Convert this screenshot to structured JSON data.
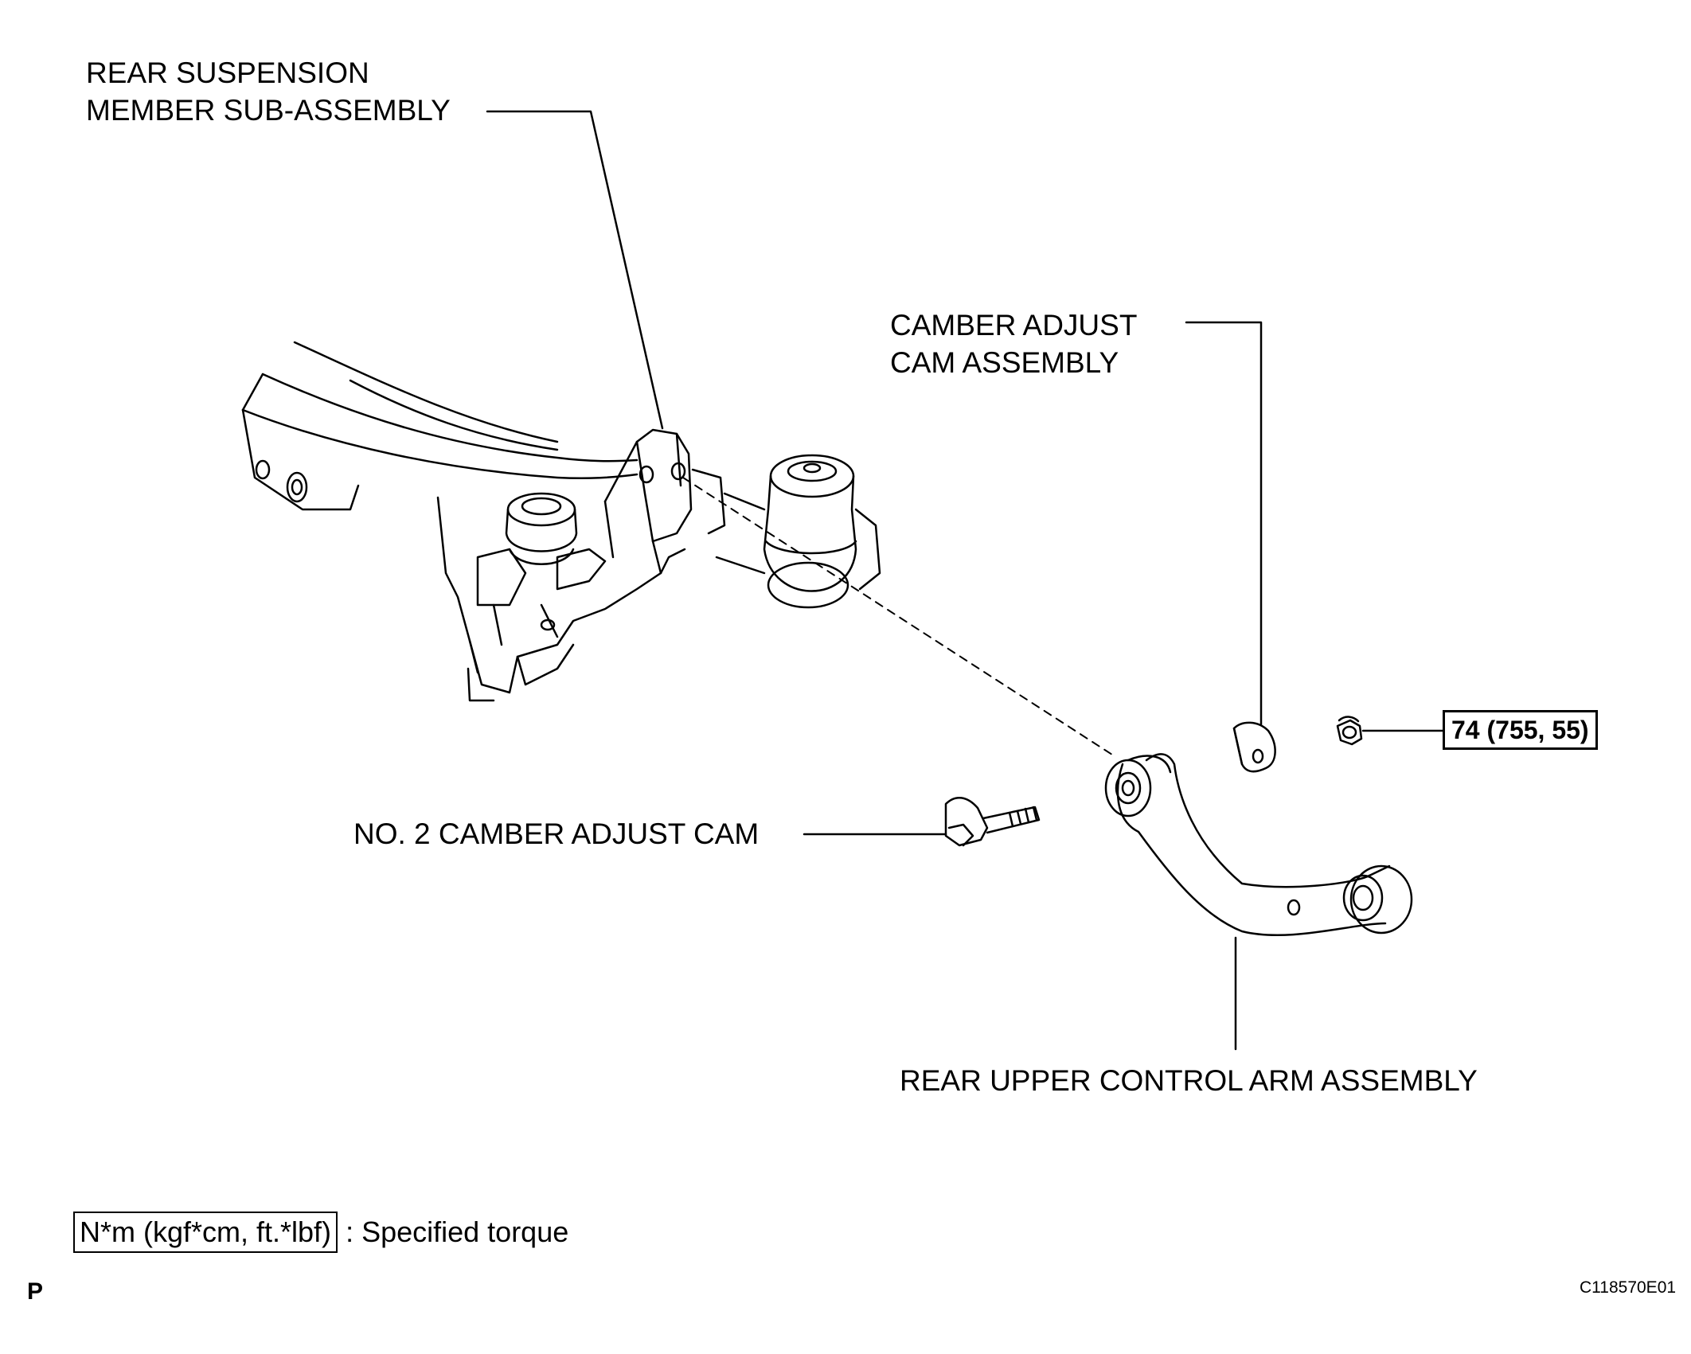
{
  "labels": {
    "rear_suspension_member_line1": "REAR SUSPENSION",
    "rear_suspension_member_line2": "MEMBER SUB-ASSEMBLY",
    "camber_adjust_cam_line1": "CAMBER ADJUST",
    "camber_adjust_cam_line2": "CAM ASSEMBLY",
    "no2_camber_adjust_cam": "NO. 2 CAMBER ADJUST CAM",
    "rear_upper_control_arm": "REAR UPPER CONTROL ARM ASSEMBLY"
  },
  "torque_spec": "74 (755, 55)",
  "legend": {
    "unit_box": "N*m (kgf*cm, ft.*lbf)",
    "description": ": Specified torque"
  },
  "corner": {
    "left": "P",
    "figure_id": "C118570E01"
  }
}
